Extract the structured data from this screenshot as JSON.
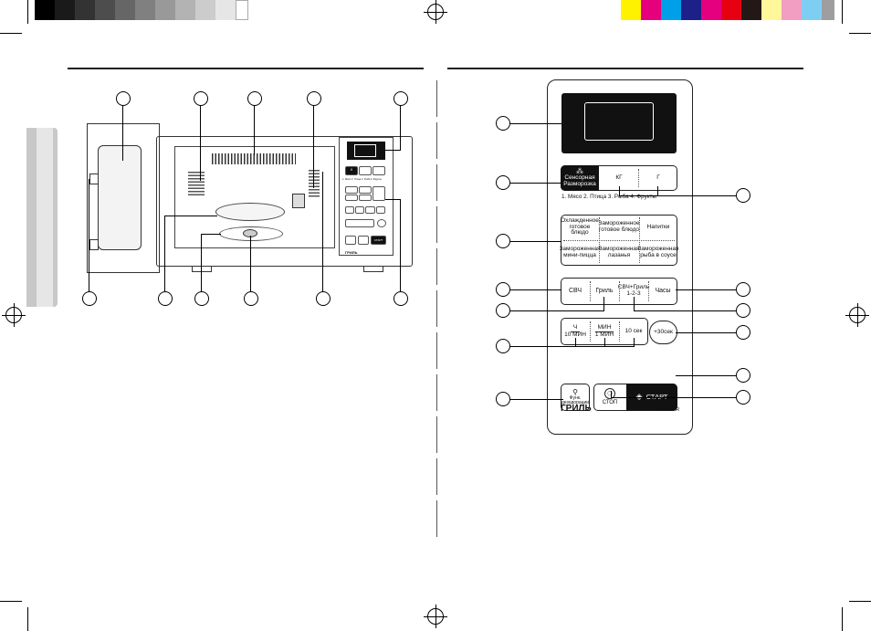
{
  "print_marks": {
    "gray_swatches": [
      "#000000",
      "#1a1a1a",
      "#333333",
      "#4d4d4d",
      "#666666",
      "#808080",
      "#999999",
      "#b3b3b3",
      "#cccccc",
      "#e6e6e6",
      "#ffffff"
    ],
    "color_swatches": [
      "#fff200",
      "#e6007e",
      "#00a0e9",
      "#1d2088",
      "#e4007f",
      "#e60012",
      "#231815",
      "#fff799",
      "#f19ec2",
      "#7ecef4",
      "#9e9e9e"
    ]
  },
  "control_panel": {
    "button1": {
      "line1": "Сенсорная",
      "line2": "Разморозка"
    },
    "kg": "КГ",
    "g": "Г",
    "defrost_options": "1. Мясо   2. Птица   3. Рыба   4. Фрукты",
    "auto_cook": [
      {
        "line1": "Охлажденное",
        "line2": "готовое блюдо"
      },
      {
        "line1": "Замороженное",
        "line2": "готовое блюдо"
      },
      {
        "line1": "Напитки",
        "line2": ""
      },
      {
        "line1": "Замороженная",
        "line2": "мини-пицца"
      },
      {
        "line1": "Замороженная",
        "line2": "лазанья"
      },
      {
        "line1": "Замороженная",
        "line2": "рыба в соусе"
      }
    ],
    "mw": "СВЧ",
    "grill": "Гриль",
    "combo": {
      "line1": "СВЧ+Гриль",
      "line2": "1-2-3"
    },
    "clock": "Часы",
    "h": "Ч",
    "ten_min": "10 МИН",
    "min": "МИН",
    "one_min": "1 МИН",
    "ten_sec": "10 сек",
    "plus30": "+30сек",
    "deodor": {
      "line1": "Функ.",
      "line2": "дезодорации"
    },
    "stop": "СТОП",
    "start": "СТАРТ",
    "brand": "ГРИЛЬ",
    "model": "GW73AR"
  },
  "microwave_panel": {
    "brand": "ГРИЛЬ",
    "start": "СТАРТ",
    "defrost_options": "1. Мясо 2. Птица 3. Рыба 4. Фрукты"
  }
}
